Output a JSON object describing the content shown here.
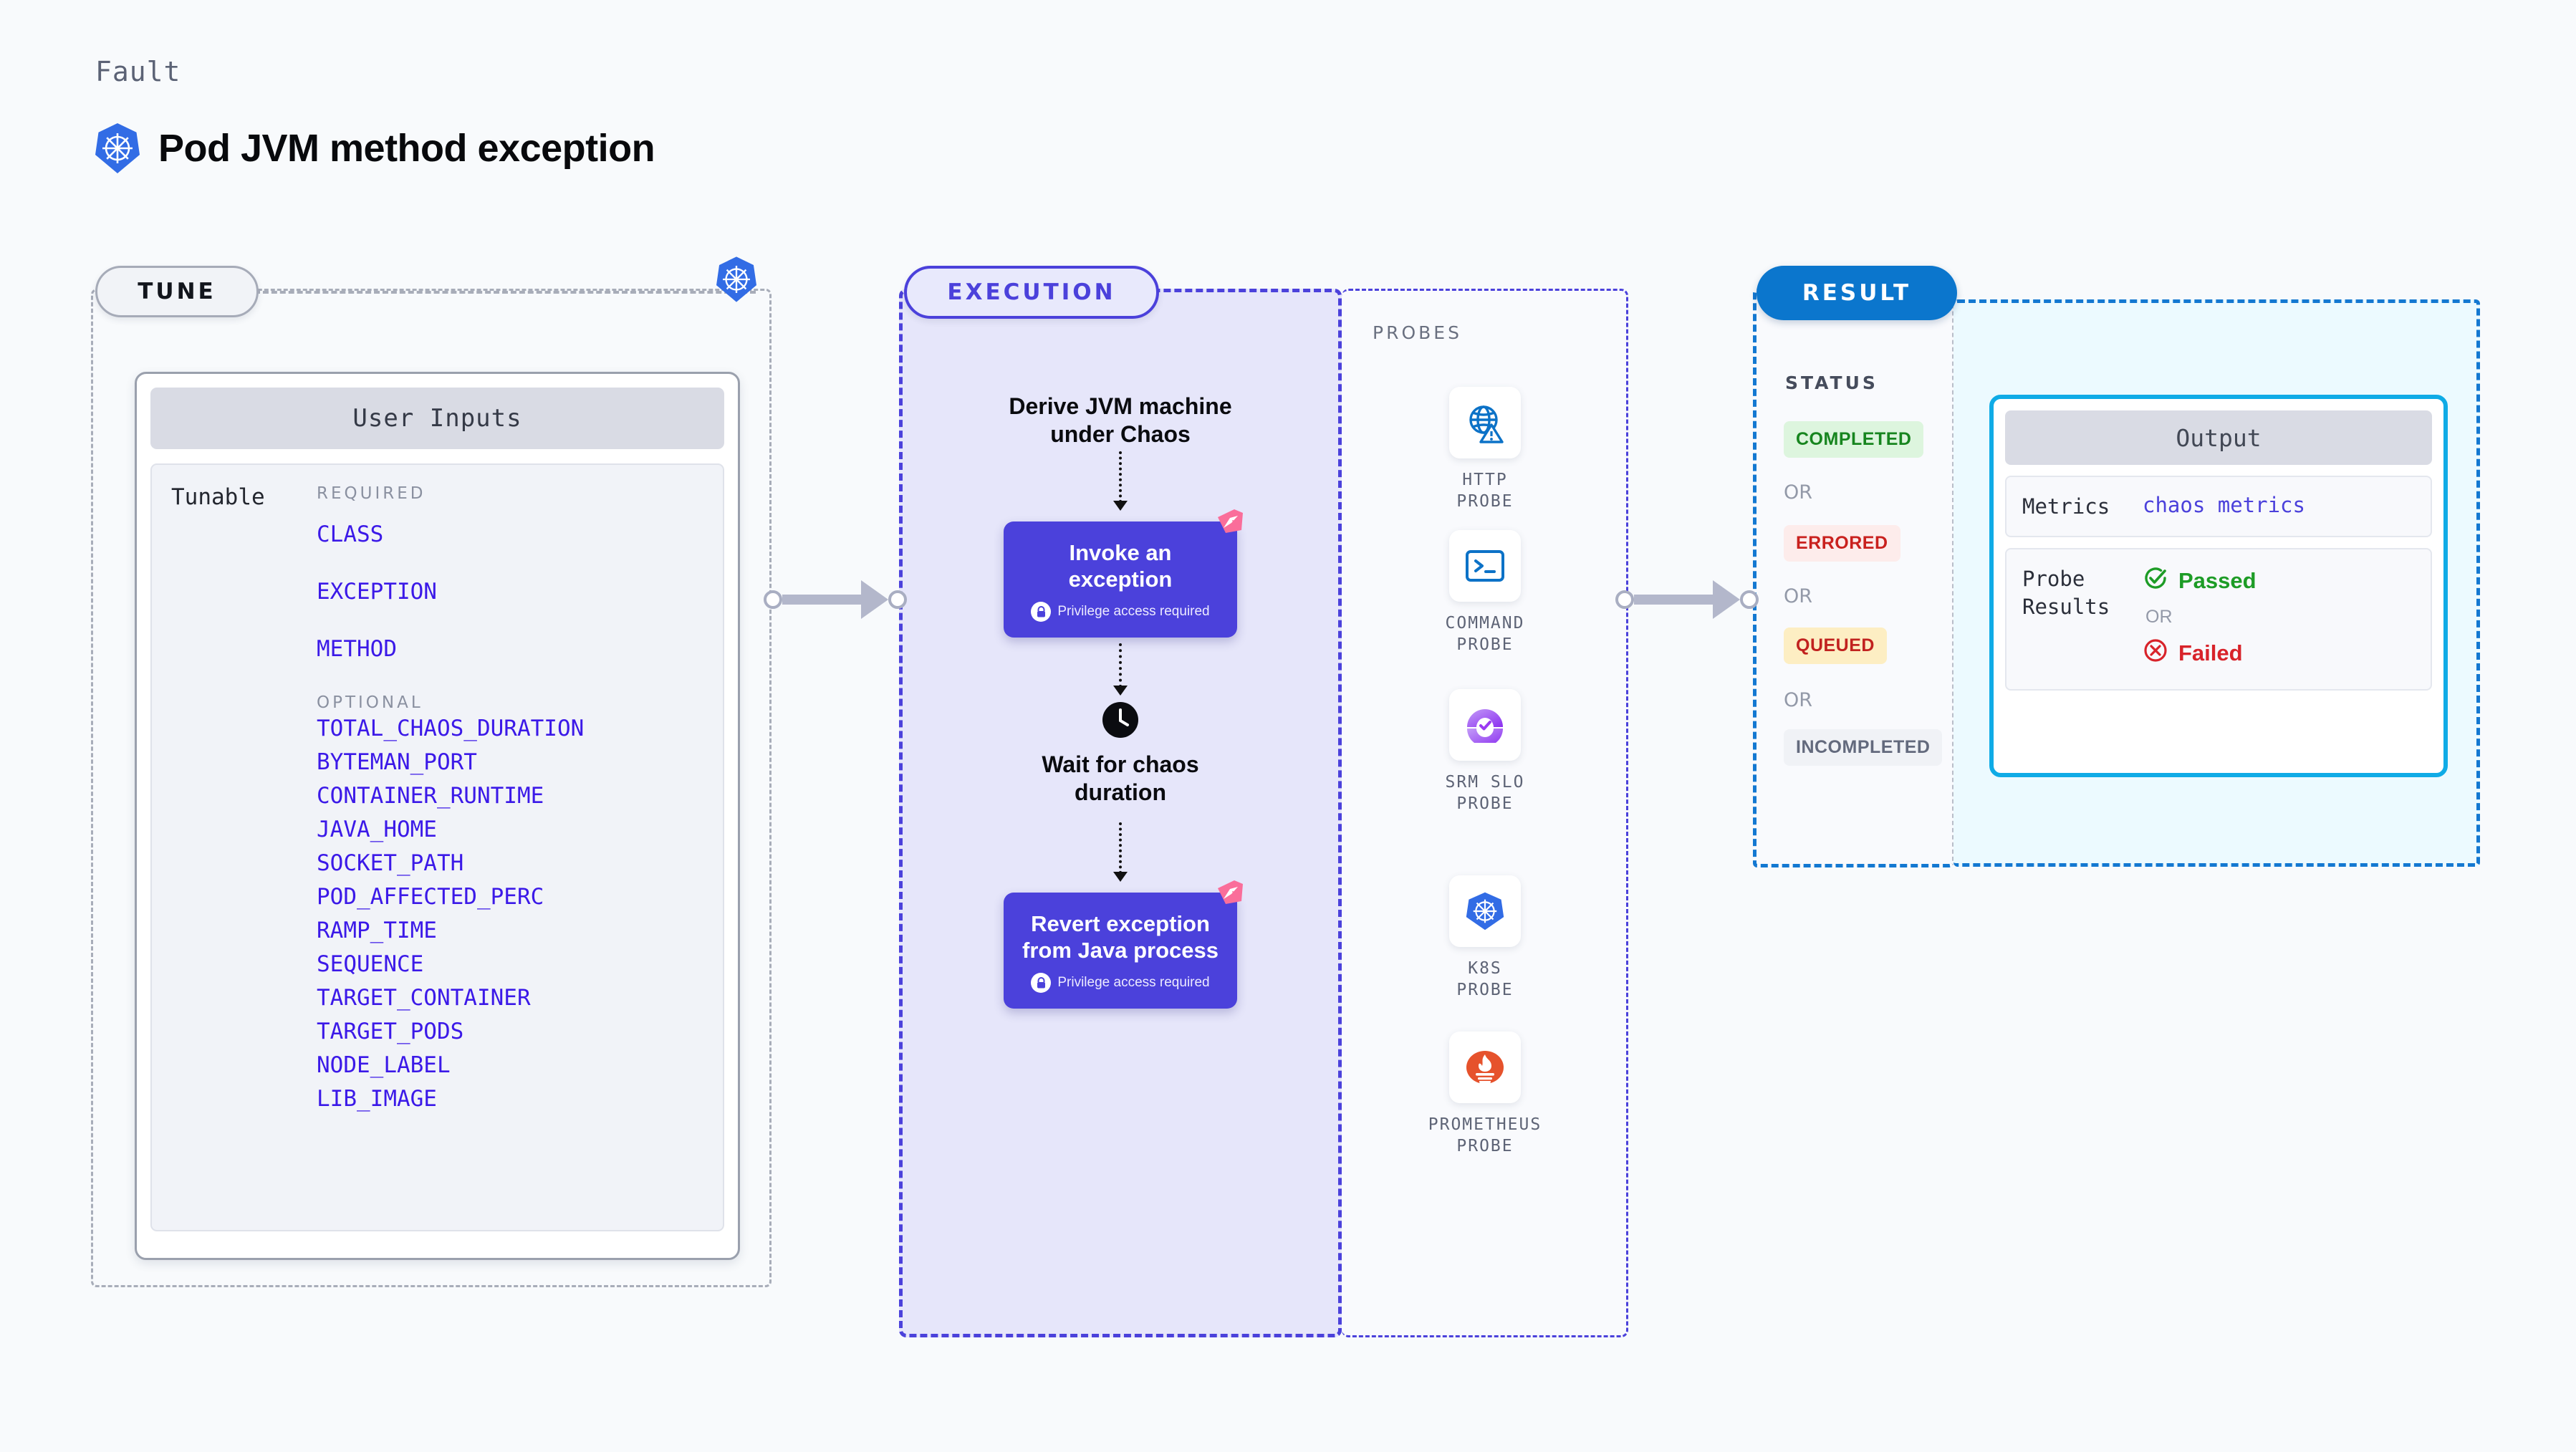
{
  "header": {
    "eyebrow": "Fault",
    "title": "Pod JVM method exception",
    "logo_icon": "kubernetes-icon"
  },
  "tune": {
    "tag": "TUNE",
    "badge_icon": "kubernetes-icon",
    "card": {
      "title": "User Inputs",
      "row_label": "Tunable",
      "required_label": "REQUIRED",
      "required": [
        "CLASS",
        "EXCEPTION",
        "METHOD"
      ],
      "optional_label": "OPTIONAL",
      "optional": [
        "TOTAL_CHAOS_DURATION",
        "BYTEMAN_PORT",
        "CONTAINER_RUNTIME",
        "JAVA_HOME",
        "SOCKET_PATH",
        "POD_AFFECTED_PERC",
        "RAMP_TIME",
        "SEQUENCE",
        "TARGET_CONTAINER",
        "TARGET_PODS",
        "NODE_LABEL",
        "LIB_IMAGE"
      ]
    }
  },
  "execution": {
    "tag": "EXECUTION",
    "step1_title": "Derive JVM machine\nunder Chaos",
    "step1_line1": "Derive JVM machine",
    "step1_line2": "under Chaos",
    "box1": {
      "title": "Invoke an exception",
      "subtitle": "Privilege access required",
      "lock_icon": "lock-icon",
      "corner_icon": "harness-badge-icon"
    },
    "wait": {
      "clock_icon": "clock-icon",
      "line1": "Wait for chaos",
      "line2": "duration"
    },
    "box2": {
      "title_line1": "Revert exception",
      "title_line2": "from Java process",
      "subtitle": "Privilege access required",
      "lock_icon": "lock-icon",
      "corner_icon": "harness-badge-icon"
    }
  },
  "probes": {
    "label": "PROBES",
    "items": [
      {
        "name_line1": "HTTP",
        "name_line2": "PROBE",
        "icon": "globe-warning-icon"
      },
      {
        "name_line1": "COMMAND",
        "name_line2": "PROBE",
        "icon": "terminal-icon"
      },
      {
        "name_line1": "SRM SLO",
        "name_line2": "PROBE",
        "icon": "srm-slo-gauge-icon"
      },
      {
        "name_line1": "K8S",
        "name_line2": "PROBE",
        "icon": "kubernetes-icon"
      },
      {
        "name_line1": "PROMETHEUS",
        "name_line2": "PROBE",
        "icon": "prometheus-icon"
      }
    ]
  },
  "result": {
    "tag": "RESULT",
    "status_label": "STATUS",
    "or_label": "OR",
    "badges": [
      {
        "label": "COMPLETED",
        "bg": "#ddf5de",
        "fg": "#17851f"
      },
      {
        "label": "ERRORED",
        "bg": "#fdeceb",
        "fg": "#c9211e"
      },
      {
        "label": "QUEUED",
        "bg": "#fdeec3",
        "fg": "#c1221f"
      },
      {
        "label": "INCOMPLETED",
        "bg": "#f0f2f6",
        "fg": "#636a7d"
      }
    ],
    "output": {
      "title": "Output",
      "metrics_key": "Metrics",
      "metrics_value": "chaos metrics",
      "probe_key_line1": "Probe",
      "probe_key_line2": "Results",
      "passed_label": "Passed",
      "failed_label": "Failed",
      "or_label": "OR",
      "passed_icon": "check-circle-icon",
      "failed_icon": "x-circle-icon"
    }
  },
  "colors": {
    "page_bg": "#f8fafc",
    "purple": "#4b41db",
    "exec_fill": "#e6e6fa",
    "result_blue": "#0b76cd",
    "output_cyan": "#0fabe6",
    "k8s_blue": "#326ce5",
    "pink": "#fa6e9a",
    "param_blue": "#3b19e8"
  }
}
